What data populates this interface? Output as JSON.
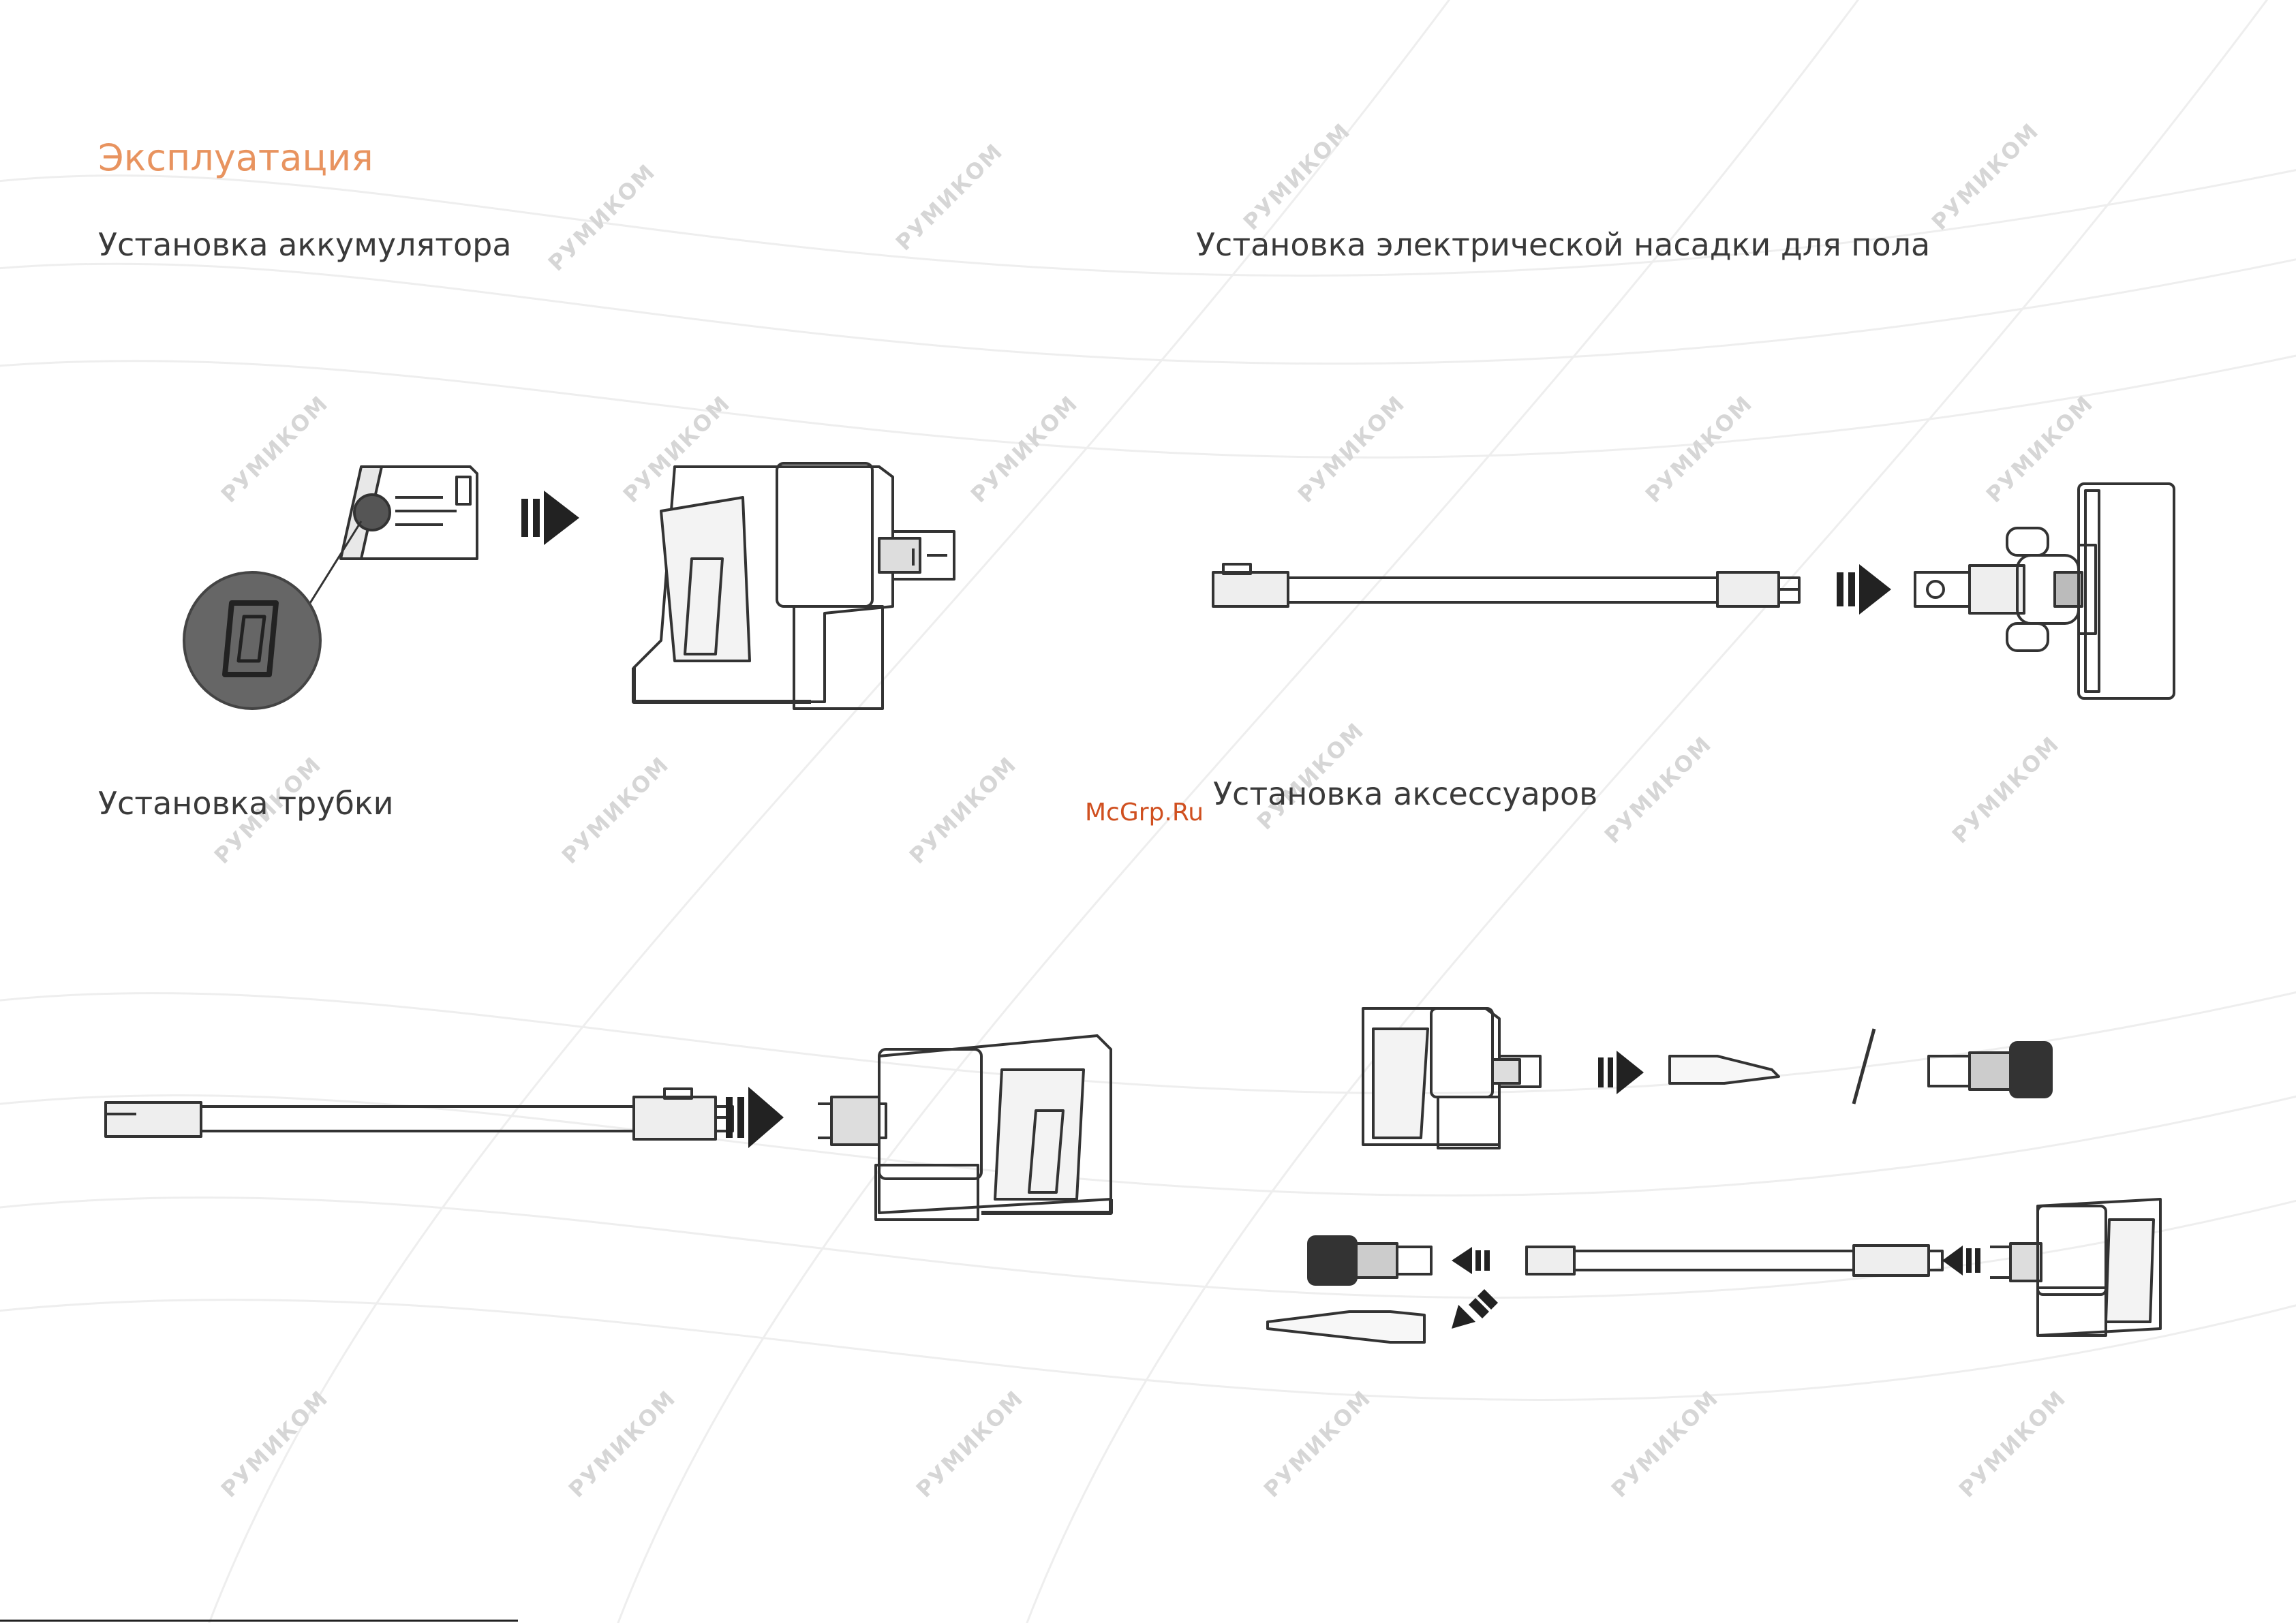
{
  "page": {
    "title": "Эксплуатация",
    "site_mark": "McGrp.Ru",
    "watermark_text": "РУМИКОМ",
    "accent_color": "#e8935f"
  },
  "sections": {
    "battery": {
      "title": "Установка аккумулятора"
    },
    "floor_nozzle": {
      "title": "Установка электрической насадки для пола"
    },
    "tube": {
      "title": "Установка трубки"
    },
    "accessories": {
      "title": "Установка аксессуаров"
    }
  }
}
